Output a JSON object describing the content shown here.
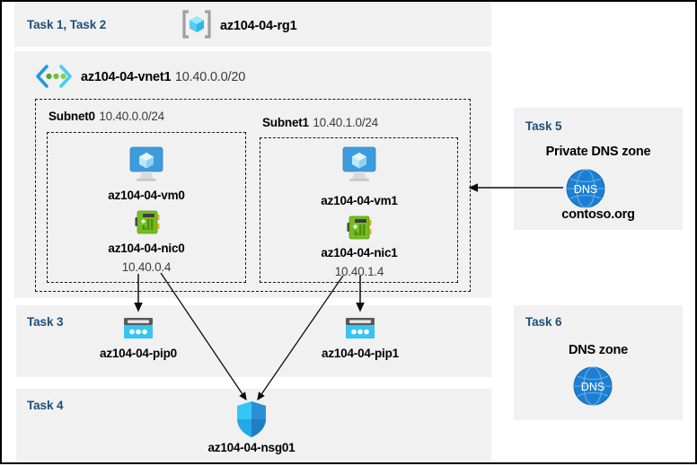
{
  "diagram": {
    "title_group": {
      "task_label": "Task 1, Task 2",
      "resource_group_name": "az104-04-rg1",
      "resource_group_icon": "resource-group-icon"
    },
    "vnet": {
      "name": "az104-04-vnet1",
      "address_space": "10.40.0.0/20",
      "icon": "virtual-network-icon"
    },
    "subnets": [
      {
        "name": "Subnet0",
        "cidr": "10.40.0.0/24",
        "vm": {
          "name": "az104-04-vm0",
          "icon": "virtual-machine-icon"
        },
        "nic": {
          "name": "az104-04-nic0",
          "ip": "10.40.0.4",
          "icon": "network-interface-icon"
        }
      },
      {
        "name": "Subnet1",
        "cidr": "10.40.1.0/24",
        "vm": {
          "name": "az104-04-vm1",
          "icon": "virtual-machine-icon"
        },
        "nic": {
          "name": "az104-04-nic1",
          "ip": "10.40.1.4",
          "icon": "network-interface-icon"
        }
      }
    ],
    "task3": {
      "task_label": "Task 3",
      "public_ips": [
        {
          "name": "az104-04-pip0",
          "icon": "public-ip-address-icon"
        },
        {
          "name": "az104-04-pip1",
          "icon": "public-ip-address-icon"
        }
      ]
    },
    "task4": {
      "task_label": "Task 4",
      "nsg": {
        "name": "az104-04-nsg01",
        "icon": "network-security-group-icon"
      }
    },
    "task5": {
      "task_label": "Task 5",
      "heading": "Private DNS zone",
      "zone_name": "contoso.org",
      "icon": "dns-zone-icon",
      "icon_label": "DNS"
    },
    "task6": {
      "task_label": "Task 6",
      "heading": "DNS zone",
      "icon": "dns-zone-icon",
      "icon_label": "DNS"
    },
    "colors": {
      "task_label": "#1f4e79",
      "panel_bg": "#f1f1f1",
      "page_bg": "#ffffff",
      "border": "#000000",
      "dns_blue": "#1e7fd4",
      "pip_cyan": "#32c8f0",
      "nsg_blue": "#32c8f0"
    }
  }
}
